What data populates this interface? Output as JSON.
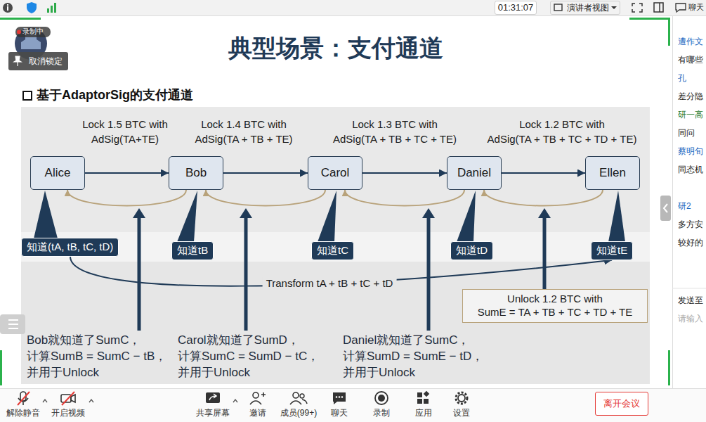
{
  "diagram": {
    "title": "典型场景：支付通道",
    "nodes": [
      {
        "text": [
          "Alice"
        ]
      },
      {
        "text": [
          "Bob"
        ]
      },
      {
        "text": [
          "Carol"
        ]
      },
      {
        "text": [
          "Daniel"
        ]
      },
      {
        "text": [
          "Ellen"
        ]
      },
      {
        "text": [
          "知道(tA, tB, tC, tD)"
        ]
      },
      {
        "text": [
          "知道tB"
        ]
      },
      {
        "text": [
          "知道tC"
        ]
      },
      {
        "text": [
          "知道tD"
        ]
      },
      {
        "text": [
          "知道tE"
        ]
      },
      {
        "text": [
          "Unlock 1.2 BTC with",
          "SumE = TA + TB + TC + TD + TE"
        ]
      },
      {
        "text": [
          "取消锁定"
        ]
      },
      {
        "text": [
          "01:31:07"
        ]
      },
      {
        "text": [
          "演讲者视图"
        ]
      },
      {
        "text": [
          "离开会议"
        ]
      }
    ],
    "edges": [
      {
        "from": 0,
        "to": 1,
        "arrow": "to"
      },
      {
        "from": 1,
        "to": 2,
        "arrow": "to"
      },
      {
        "from": 2,
        "to": 3,
        "arrow": "to"
      },
      {
        "from": 3,
        "to": 4,
        "arrow": "to"
      },
      {
        "from": 1,
        "to": 0,
        "arrow": "to"
      },
      {
        "from": 2,
        "to": 1,
        "arrow": "to"
      },
      {
        "from": 3,
        "to": 2,
        "arrow": "to"
      },
      {
        "from": 4,
        "to": 3,
        "arrow": "to"
      },
      {
        "from": 5,
        "to": 9,
        "label": "Transform tA + tB + tC + tD",
        "arrow": "to"
      }
    ],
    "labels": [
      "Lock 1.5 BTC with",
      "AdSig(TA+TE)",
      "Lock 1.4 BTC with",
      "AdSig(TA + TB + TE)",
      "Lock 1.3 BTC with",
      "AdSig(TA + TB + TC + TE)",
      "Lock 1.2 BTC with",
      "AdSig(TA + TB + TC + TD + TE)",
      "基于AdaptorSig的支付通道",
      "Bob就知道了SumC，",
      "计算SumB = SumC − tB，",
      "并用于Unlock",
      "Carol就知道了SumD，",
      "计算SumC = SumD − tC，",
      "并用于Unlock",
      "Daniel就知道了SumC，",
      "计算SumD = SumE − tD，",
      "并用于Unlock",
      "录制中",
      "聊天",
      "遭作文",
      "有哪些",
      "孔",
      "差分隐",
      "研一高",
      "同问",
      "蔡明旬",
      "同态机",
      "研2",
      "多方安",
      "较好的",
      "发送至",
      "请输入",
      "解除静音",
      "开启视频",
      "共享屏幕",
      "邀请",
      "成员(99+)",
      "聊天",
      "录制",
      "应用",
      "设置"
    ]
  }
}
